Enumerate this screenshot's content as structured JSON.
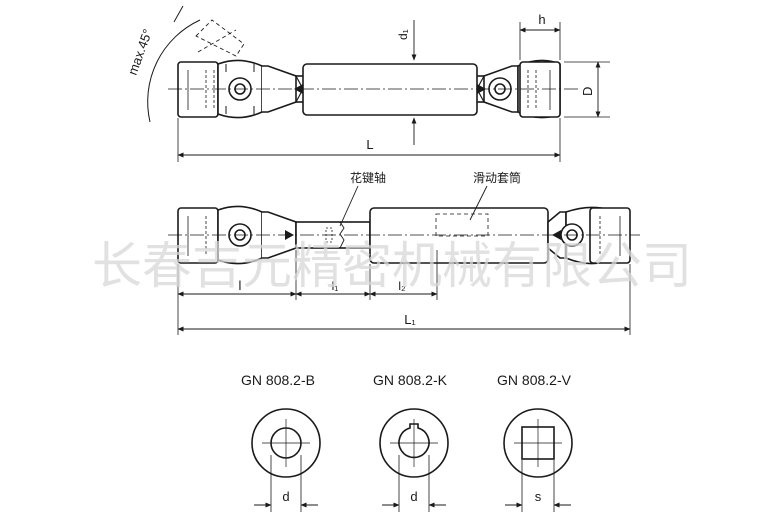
{
  "watermark": "长春吉元精密机械有限公司",
  "top_view": {
    "angle_label": "max.45°",
    "dim_d1": "d₁",
    "dim_h": "h",
    "dim_D": "D",
    "dim_L": "L"
  },
  "middle_view": {
    "callout_spline_shaft": "花键轴",
    "callout_sliding_sleeve": "滑动套筒",
    "dim_l": "l",
    "dim_l1": "l₁",
    "dim_l2": "l₂",
    "dim_L1": "L₁"
  },
  "bore_variants": [
    {
      "name": "GN 808.2-B",
      "dim": "d"
    },
    {
      "name": "GN 808.2-K",
      "dim": "d"
    },
    {
      "name": "GN 808.2-V",
      "dim": "s"
    }
  ],
  "colors": {
    "line": "#1a1a1a",
    "watermark": "#d8d8d8"
  }
}
